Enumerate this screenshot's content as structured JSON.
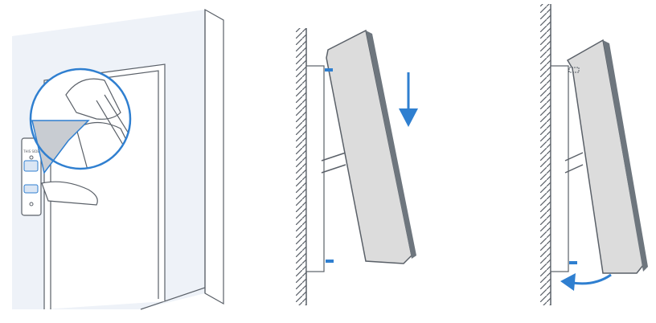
{
  "plate_label": "THIS SIDE",
  "colors": {
    "accent": "#2f7fd0",
    "line": "#5a6068",
    "panel": "#dcdcdc",
    "panel_edge": "#6e767e",
    "wall": "#eef2f8"
  },
  "steps": [
    {
      "name": "peel-adhesive-and-stick-plate"
    },
    {
      "name": "slide-device-down",
      "arrow": "down-arrow"
    },
    {
      "name": "rotate-device-to-wall",
      "arrow": "curved-arrow"
    }
  ]
}
